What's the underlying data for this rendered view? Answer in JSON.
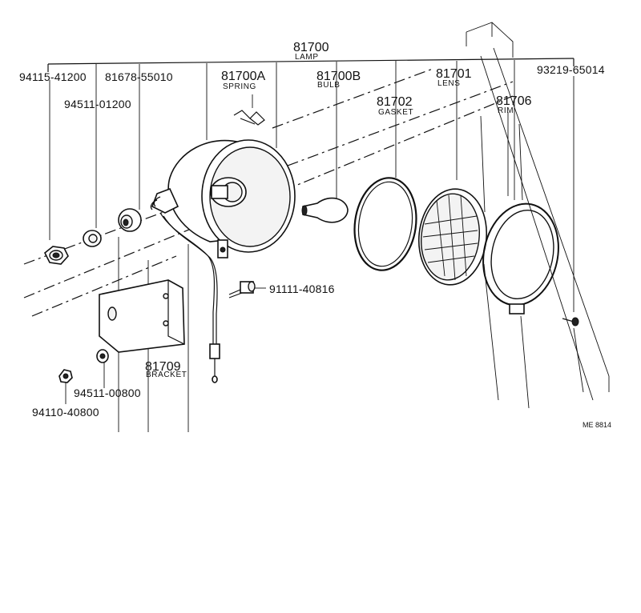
{
  "diagram": {
    "assembly": {
      "number": "81700",
      "name": "LAMP"
    },
    "parts": {
      "nut_large": {
        "number": "94115-41200"
      },
      "grommet": {
        "number": "81678-55010"
      },
      "washer_large": {
        "number": "94511-01200"
      },
      "spring": {
        "number": "81700A",
        "name": "SPRING"
      },
      "bulb": {
        "number": "81700B",
        "name": "BULB"
      },
      "gasket": {
        "number": "81702",
        "name": "GASKET"
      },
      "lens": {
        "number": "81701",
        "name": "LENS"
      },
      "rim": {
        "number": "81706",
        "name": "RIM"
      },
      "screw": {
        "number": "93219-65014"
      },
      "bolt": {
        "number": "91111-40816"
      },
      "bracket": {
        "number": "81709",
        "name": "BRACKET"
      },
      "washer_small": {
        "number": "94511-00800"
      },
      "nut_small": {
        "number": "94110-40800"
      }
    },
    "figure_code": "ME 8814"
  }
}
